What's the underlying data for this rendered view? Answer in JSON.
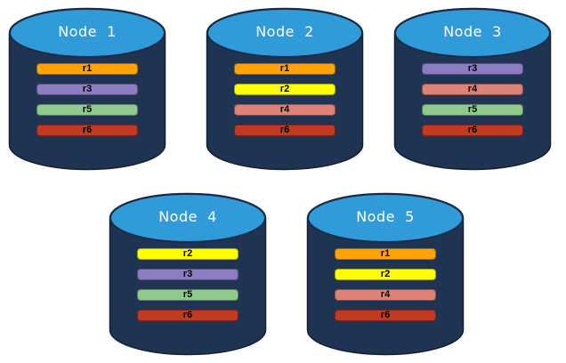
{
  "diagram": {
    "description": "Replica distribution across database nodes",
    "colors": {
      "cylinder_body": "#1F3353",
      "cylinder_body_outline": "#141F33",
      "cylinder_top": "#2F9BD8",
      "cylinder_top_outline": "#1A2B47",
      "title_text": "#FFFFFF",
      "replica_text": "#000000",
      "background": "#FFFFFF"
    },
    "replica_colors": {
      "r1": "#FFA204",
      "r2": "#FFFF00",
      "r3": "#8E7CC3",
      "r4": "#DD8275",
      "r5": "#8FC98B",
      "r6": "#C33A24"
    },
    "nodes": [
      {
        "title": "Node  1",
        "replicas": [
          "r1",
          "r3",
          "r5",
          "r6"
        ]
      },
      {
        "title": "Node  2",
        "replicas": [
          "r1",
          "r2",
          "r4",
          "r6"
        ]
      },
      {
        "title": "Node  3",
        "replicas": [
          "r3",
          "r4",
          "r5",
          "r6"
        ]
      },
      {
        "title": "Node  4",
        "replicas": [
          "r2",
          "r3",
          "r5",
          "r6"
        ]
      },
      {
        "title": "Node  5",
        "replicas": [
          "r1",
          "r2",
          "r4",
          "r6"
        ]
      }
    ]
  }
}
